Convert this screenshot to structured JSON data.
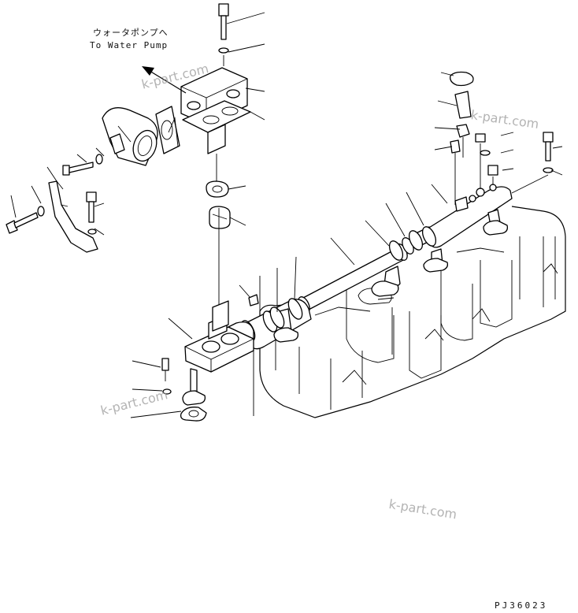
{
  "labels": {
    "destination_jp": "ウォータポンプへ",
    "destination_en": "To Water Pump",
    "drawing_number": "PJ36023"
  },
  "watermarks": [
    "k-part.com",
    "k-part.com",
    "k-part.com",
    "k-part.com"
  ]
}
